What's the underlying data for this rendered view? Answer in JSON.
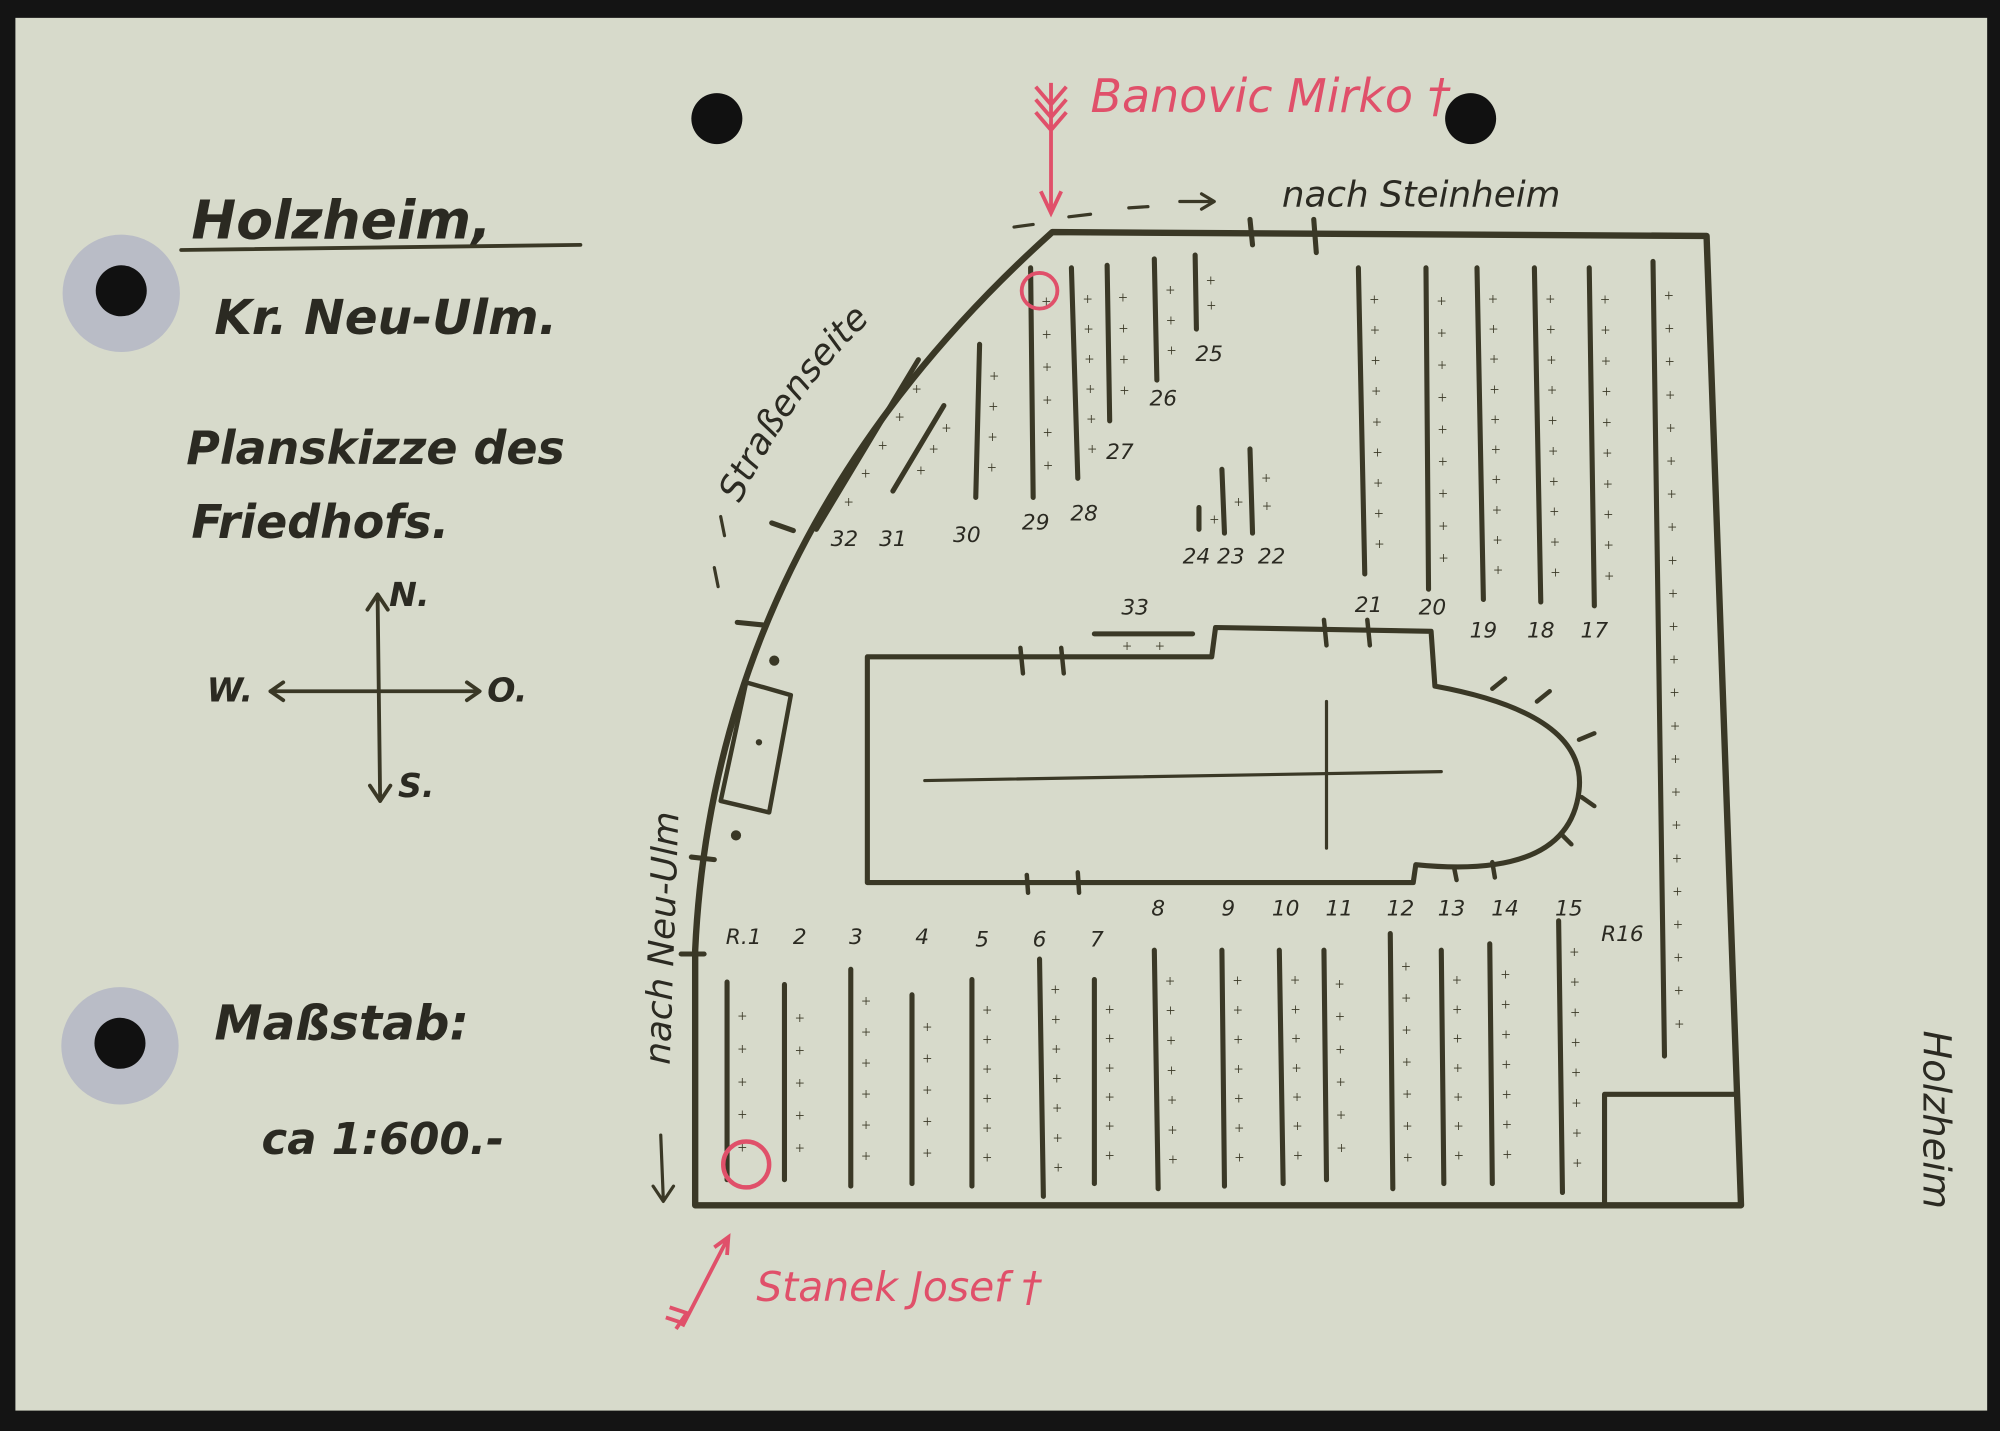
{
  "document": {
    "title": "Holzheim,",
    "district": "Kr. Neu-Ulm.",
    "subtitle_line1": "Planskizze des",
    "subtitle_line2": "Friedhofs.",
    "scale_label": "Maßstab:",
    "scale_value": "ca 1:600.-",
    "margin_note": "Holzheim"
  },
  "compass": {
    "north": "N.",
    "south": "S.",
    "west": "W.",
    "east": "O."
  },
  "roads": {
    "street_side": "Straßenseite",
    "to_neu_ulm": "nach Neu-Ulm",
    "to_steinheim": "nach Steinheim"
  },
  "annotations": {
    "grave_top": "Banovic Mirko †",
    "grave_bottom": "Stanek Josef †"
  },
  "rows": {
    "bottom": [
      "R.1",
      "2",
      "3",
      "4",
      "5",
      "6",
      "7",
      "8",
      "9",
      "10",
      "11",
      "12",
      "13",
      "14",
      "15",
      "R16"
    ],
    "top_right": [
      "21",
      "20",
      "19",
      "18",
      "17"
    ],
    "top_middle": [
      "25",
      "26",
      "27",
      "28",
      "29",
      "30",
      "31",
      "32"
    ],
    "small": [
      "24",
      "23",
      "22",
      "33"
    ]
  },
  "colors": {
    "paper": "#d7dacb",
    "ink": "#3a3826",
    "red": "#e0506a"
  }
}
